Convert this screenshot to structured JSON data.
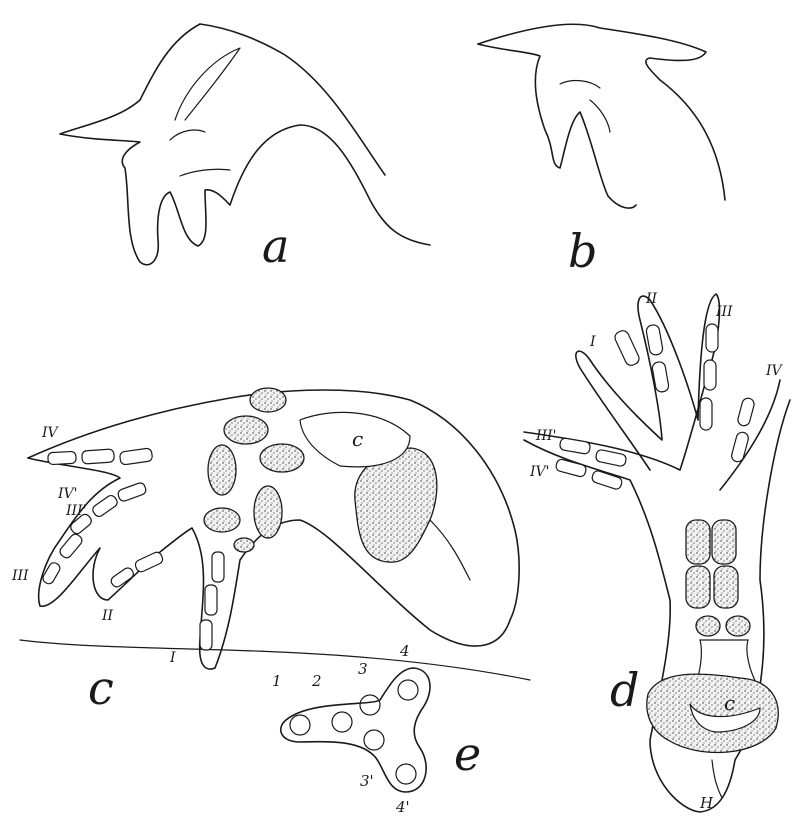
{
  "figure_labels": {
    "a": "a",
    "b": "b",
    "c": "c",
    "d": "d",
    "e": "e"
  },
  "panel_c": {
    "digits": [
      "IV",
      "IV'",
      "III'",
      "III",
      "II",
      "I"
    ],
    "element": "c"
  },
  "panel_d": {
    "digits": [
      "I",
      "II",
      "III",
      "IV",
      "III'",
      "IV'"
    ],
    "elements": [
      "c",
      "H"
    ]
  },
  "panel_e": {
    "top_numbers": [
      "1",
      "2",
      "3",
      "4"
    ],
    "bottom_numbers": [
      "3'",
      "4'"
    ]
  }
}
